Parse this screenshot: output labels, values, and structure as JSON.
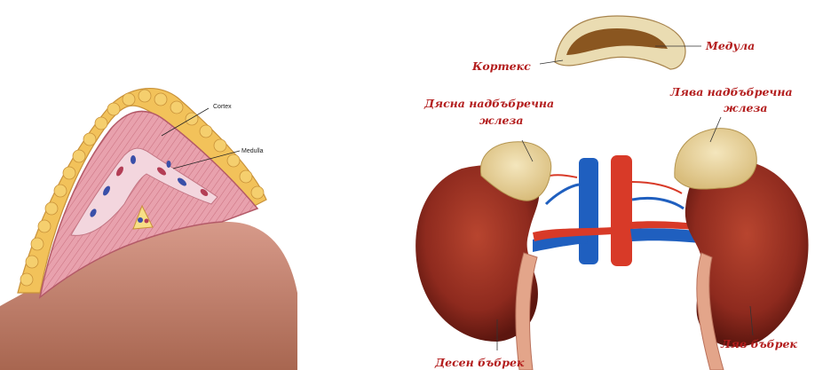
{
  "left_figure": {
    "labels": {
      "cortex": "Cortex",
      "medulla": "Medulla"
    }
  },
  "right_figure": {
    "labels": {
      "cortex": "Кортекс",
      "medulla": "Медула",
      "right_gland_line1": "Дясна надбъбречна",
      "right_gland_line2": "жлеза",
      "left_gland_line1": "Лява надбъбречна",
      "left_gland_line2": "жлеза",
      "right_kidney": "Десен бъбрек",
      "left_kidney": "Ляв бъбрек"
    }
  },
  "colors": {
    "tissue_pink": "#e79aa6",
    "capsule_yellow": "#f2c25a",
    "kidney_brown": "#8e2a1e",
    "gland_tan": "#e6d3a0",
    "vein_blue": "#1f5fbf",
    "artery_red": "#d83a28",
    "label_red": "#b31d1d"
  }
}
